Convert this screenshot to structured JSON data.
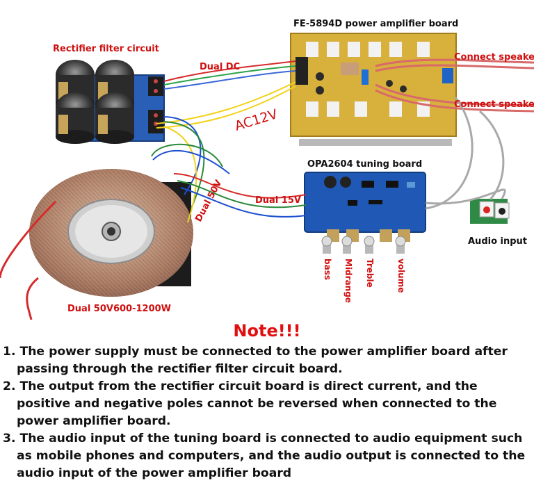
{
  "labels": {
    "rectifier": "Rectifier filter circuit",
    "dual_dc": "Dual DC",
    "amp_board": "FE-5894D power amplifier board",
    "speakers_1": "Connect speakers",
    "speakers_2": "Connect speakers",
    "ac12v": "AC12V",
    "tuning_board": "OPA2604 tuning board",
    "dual_15v": "Dual 15V",
    "dual_50v": "Dual 50V",
    "transformer": "Dual 50V600-1200W",
    "audio_input": "Audio input",
    "bass": "bass",
    "midrange": "Midrange",
    "treble": "Treble",
    "volume": "volume"
  },
  "note": {
    "title": "Note!!!",
    "items": [
      "1. The power supply must be connected to the power amplifier board after passing through the rectifier filter circuit board.",
      "2. The output from the rectifier circuit board is direct current, and the positive and negative poles cannot be reversed when connected to the power amplifier board.",
      "3. The audio input of the tuning board is connected to audio equipment such as mobile phones and computers, and the audio output is connected to the audio input of the power amplifier board"
    ]
  }
}
